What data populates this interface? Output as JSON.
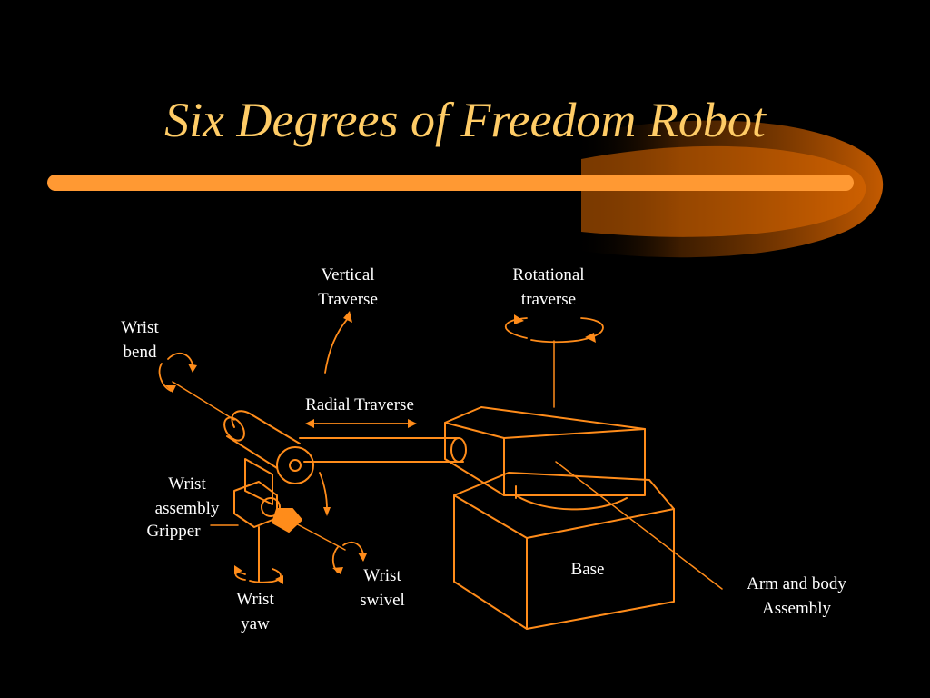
{
  "slide": {
    "title": "Six Degrees of Freedom Robot"
  },
  "colors": {
    "background": "#000000",
    "title": "#FFCC66",
    "accent_bar": "#FF9933",
    "drawing": "#FF8C1A",
    "label": "#FFFFFF"
  },
  "labels": {
    "vertical_traverse": [
      "Vertical",
      "Traverse"
    ],
    "rotational_traverse": [
      "Rotational",
      "traverse"
    ],
    "wrist_bend": [
      "Wrist",
      "bend"
    ],
    "radial_traverse": "Radial Traverse",
    "wrist_assembly": [
      "Wrist",
      "assembly"
    ],
    "gripper": "Gripper",
    "wrist_yaw": [
      "Wrist",
      "yaw"
    ],
    "wrist_swivel": [
      "Wrist",
      "swivel"
    ],
    "base": "Base",
    "arm_and_body_assembly": [
      "Arm and body",
      "Assembly"
    ]
  }
}
